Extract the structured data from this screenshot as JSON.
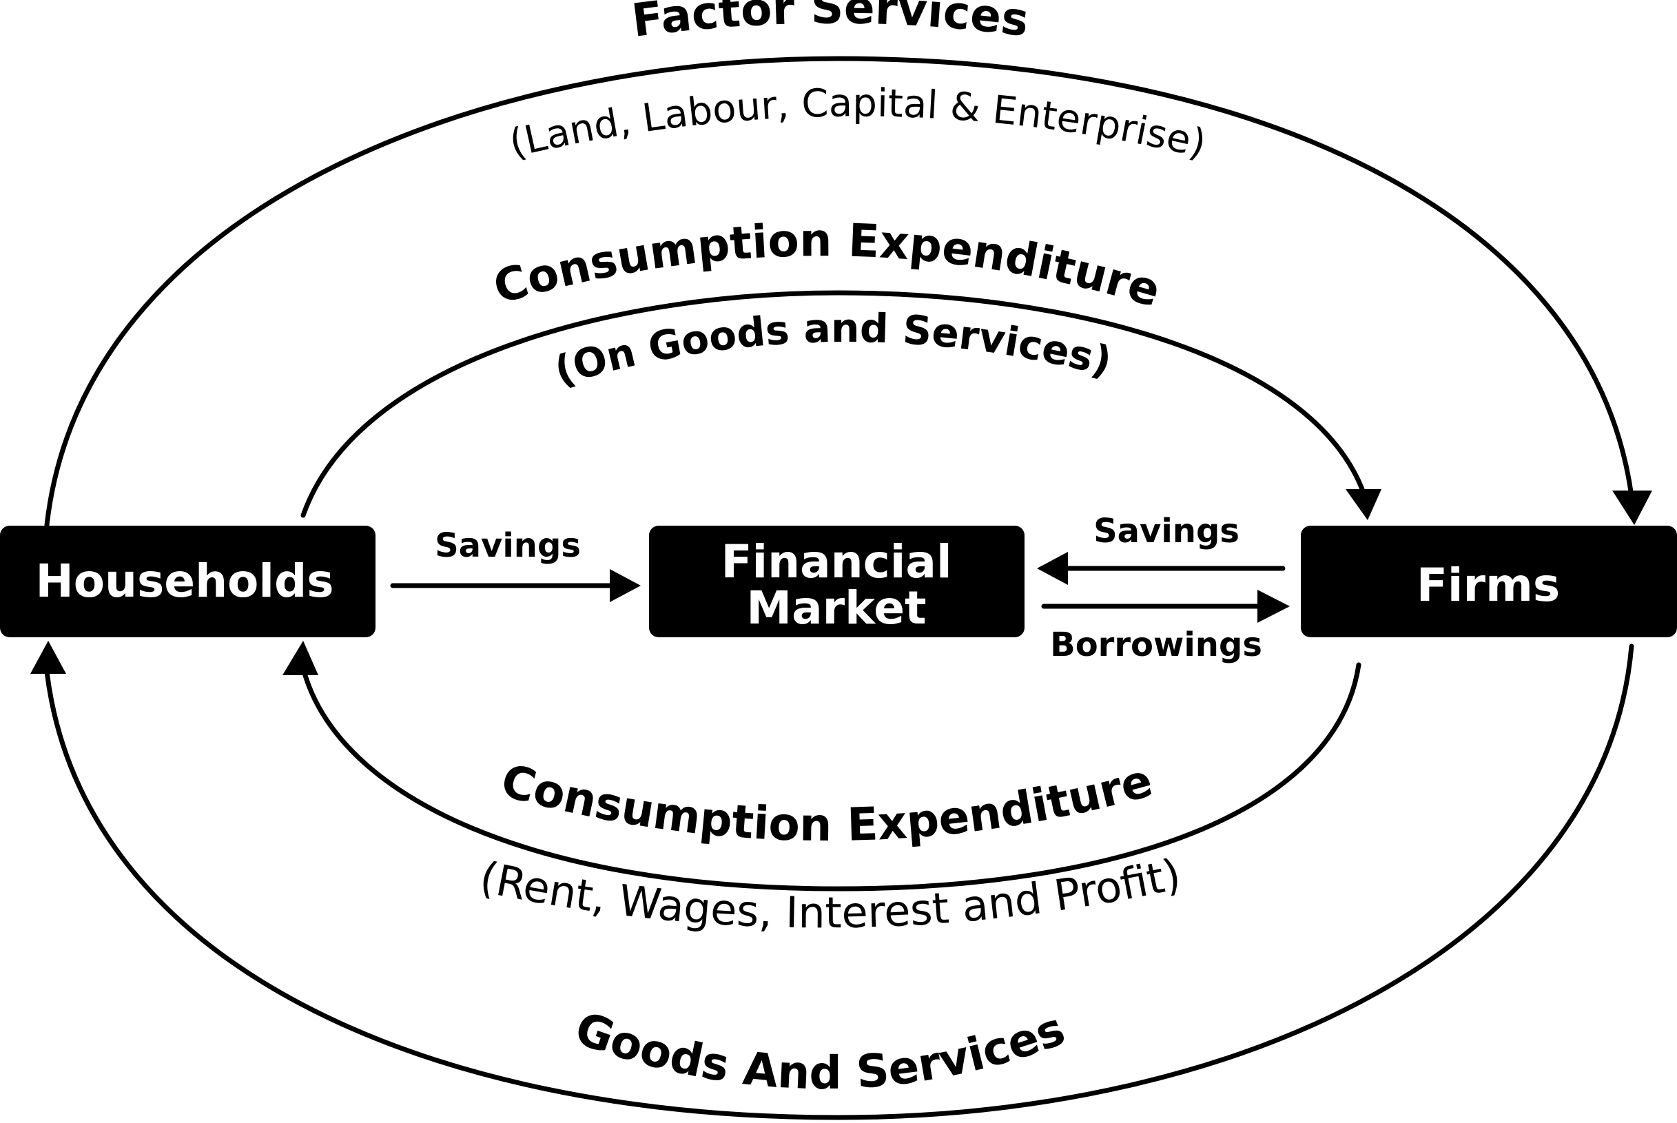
{
  "nodes": {
    "households": "Households",
    "financial_market_line1": "Financial",
    "financial_market_line2": "Market",
    "firms": "Firms"
  },
  "flows": {
    "factor_services_title": "Factor Services",
    "factor_services_detail": "(Land, Labour, Capital & Enterprise)",
    "consumption_top_title": "Consumption Expenditure",
    "consumption_top_detail": "(On Goods and Services)",
    "consumption_bottom_title": "Consumption Expenditure",
    "consumption_bottom_detail": "(Rent, Wages, Interest and Profit)",
    "goods_and_services": "Goods And Services",
    "savings_households": "Savings",
    "savings_firms": "Savings",
    "borrowings": "Borrowings"
  }
}
